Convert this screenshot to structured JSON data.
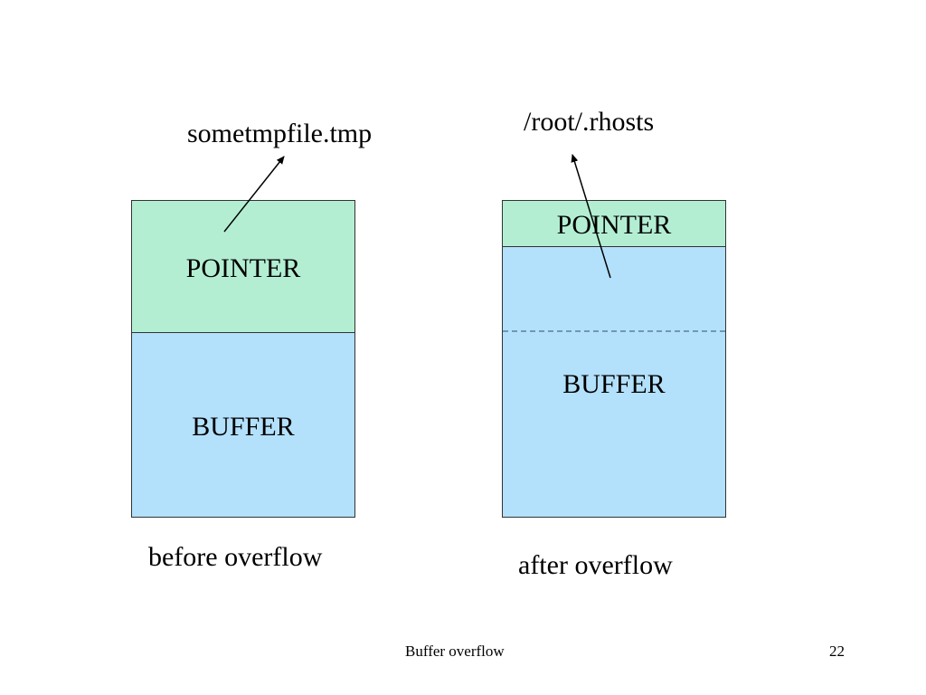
{
  "colors": {
    "pointer": "#b3eed3",
    "buffer": "#b3e0fb",
    "border": "#333333",
    "divider": "#5a7fa3"
  },
  "left": {
    "target_label": "sometmpfile.tmp",
    "pointer_label": "POINTER",
    "buffer_label": "BUFFER",
    "caption": "before overflow"
  },
  "right": {
    "target_label": "/root/.rhosts",
    "pointer_label": "POINTER",
    "buffer_label": "BUFFER",
    "caption": "after overflow"
  },
  "footer": {
    "title": "Buffer overflow",
    "page_number": "22"
  }
}
